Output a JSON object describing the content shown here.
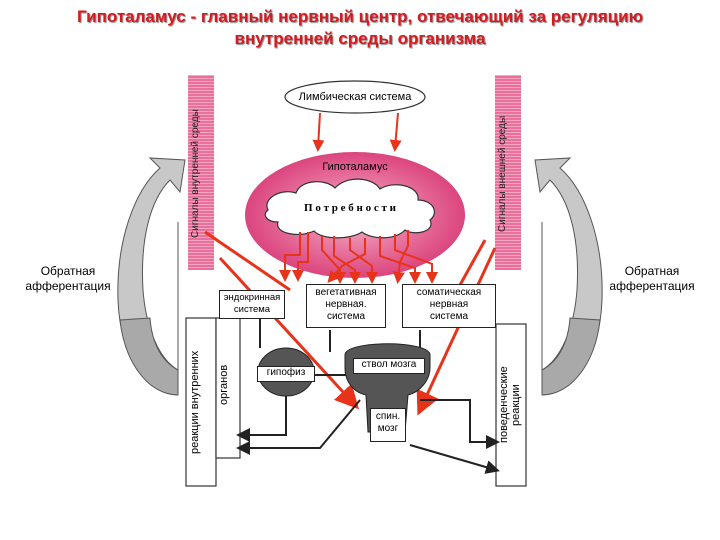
{
  "title_line1": "Гипоталамус - главный нервный центр, отвечающий за регуляцию",
  "title_line2": "внутренней среды организма",
  "left_feedback": "Обратная\nафферентация",
  "right_feedback": "Обратная\nафферентация",
  "limbic": "Лимбическая система",
  "hypothalamus": "Гипоталамус",
  "needs": "П о т р е б н о с т и",
  "internal_signals": "Сигналы внутренней среды",
  "external_signals": "Сигналы внешней среды",
  "endocrine": "эндокринная\nсистема",
  "vegetative": "вегетативная\nнервная.\nсистема",
  "somatic": "соматическая\nнервная\nсистема",
  "pituitary": "гипофиз",
  "brainstem": "ствол мозга",
  "spinal": "спин.\nмозг",
  "internal_reactions": "реакции внутренних",
  "organs": "органов",
  "behavioral": "поведенческие\nреакции",
  "colors": {
    "title": "#d71920",
    "pink": "#e0457f",
    "arrow_red": "#e8331b"
  }
}
